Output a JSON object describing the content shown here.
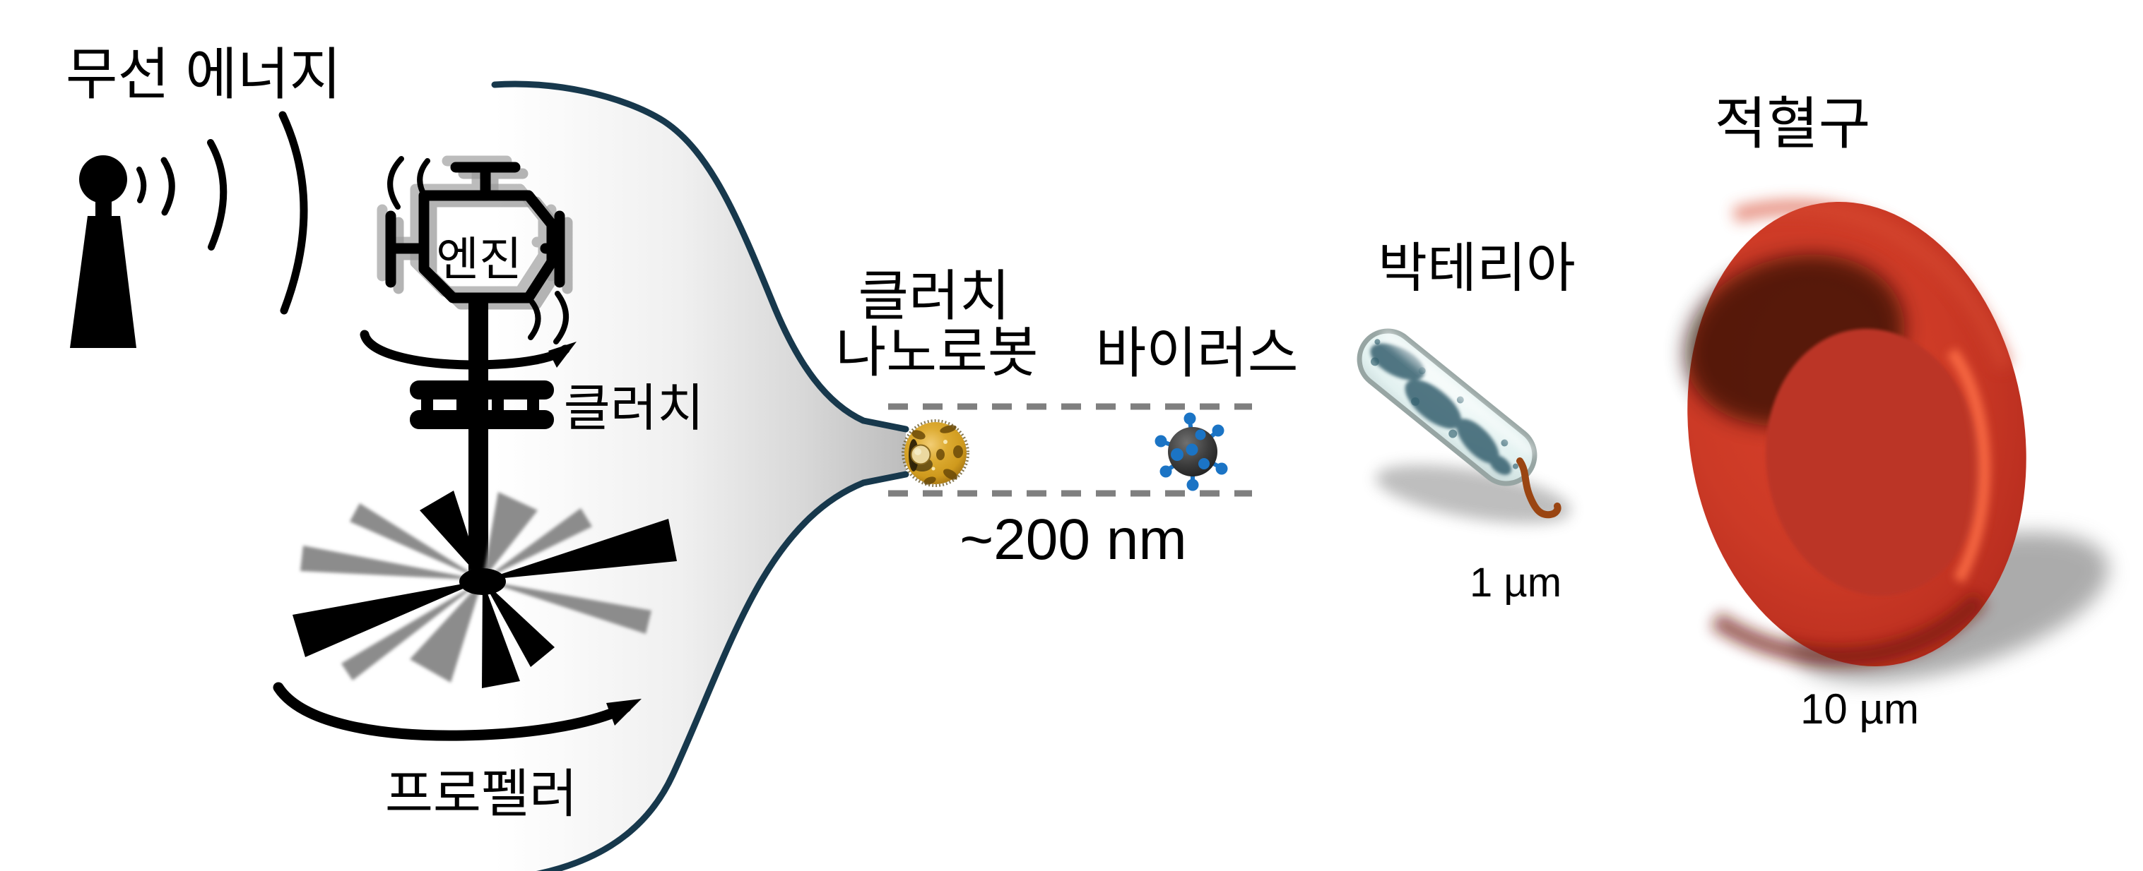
{
  "transmitter": {
    "label": "무선 에너지"
  },
  "mechanism": {
    "engine_label": "엔진",
    "clutch_label": "클러치",
    "propeller_label": "프로펠러"
  },
  "nanorobot": {
    "label_line1": "클러치",
    "label_line2": "나노로봇",
    "scale": "~200 nm"
  },
  "virus": {
    "label": "바이러스"
  },
  "bacteria": {
    "label": "박테리아",
    "scale": "1 µm"
  },
  "red_blood_cell": {
    "label": "적혈구",
    "scale": "10 µm"
  },
  "colors": {
    "navy": "#17384c",
    "gold": "#d29a1e",
    "blue": "#1b74c5",
    "red": "#c43524",
    "dash-gray": "#7f7f7f",
    "ink": "#000000"
  }
}
